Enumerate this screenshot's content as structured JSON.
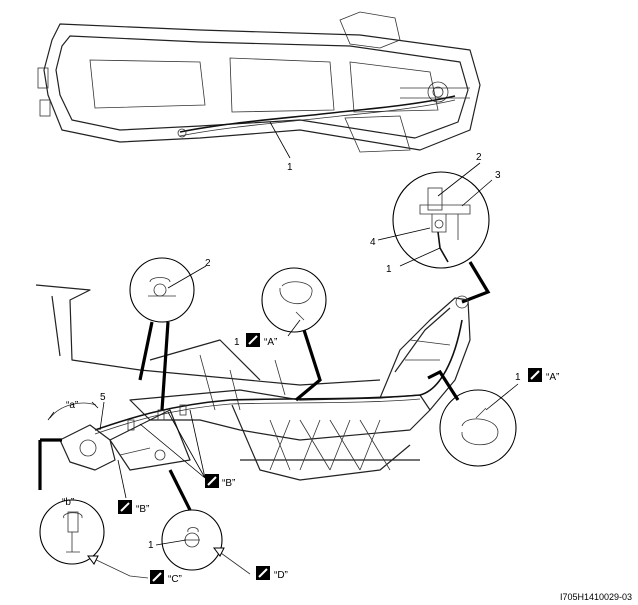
{
  "labels": {
    "l1_top": "1",
    "l2_inset": "2",
    "l3_inset": "3",
    "l4_inset": "4",
    "l1_inset": "1",
    "l2_clamp": "2",
    "l1_a_left": "1",
    "l1_a_right": "1",
    "l5": "5",
    "l1_d": "1",
    "a_left": "“A”",
    "a_right": "“A”",
    "b_left": "“B”",
    "b_right": "“B”",
    "c": "“C”",
    "d": "“D”",
    "angle_a": "“a”",
    "angle_b": "“b”"
  },
  "figure_code": "I705H1410029-03",
  "icons": {
    "marker": "wrench-marker-icon"
  }
}
